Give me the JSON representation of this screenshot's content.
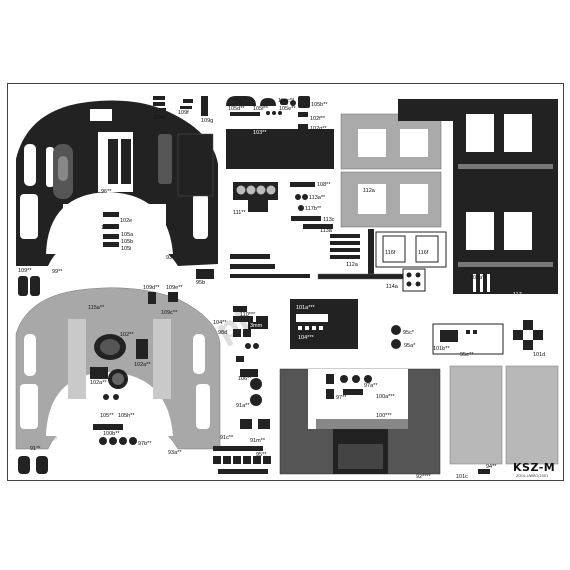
{
  "labels": {
    "l115": "115",
    "l109b": "109b",
    "l109f": "109f",
    "l109g": "109g",
    "l105d": "105d**",
    "l105f": "105f**",
    "l105e": "105e**",
    "l105c": "105c**",
    "l105b": "105b**",
    "l102f": "102f**",
    "l102g": "102g**",
    "l103": "103**",
    "l96": "96**",
    "l102e": "102e",
    "l102d": "102d",
    "l105a": "105a",
    "l105b2": "105b",
    "l105i": "105i",
    "l93": "93",
    "l108": "108**",
    "l113a": "113a**",
    "l117b": "117b**",
    "l111": "111**",
    "l113c": "113c",
    "l113a2": "113a",
    "l112a": "112a",
    "l112a2": "112a",
    "l116f": "116f",
    "l116f2": "116f",
    "l114a": "114a",
    "l117": "117",
    "l103a": "103a**",
    "l109": "109**",
    "l99": "99**",
    "l95b": "95b",
    "l109d": "109d**",
    "l109e": "109e**",
    "l109c": "109c**",
    "l115a": "115a**",
    "l104": "104**",
    "l98d": "98d",
    "l3mm": "3mm",
    "l110": "110***",
    "l101a": "101a***",
    "l104b": "104***",
    "l95c": "95c*",
    "l95a": "95a*",
    "l101b": "101b**",
    "l95e": "95e**",
    "l101d": "101d",
    "l102": "102**",
    "l102a": "102a**",
    "l105": "105**",
    "l105h": "105h**",
    "l106": "106**",
    "l97a": "97a**",
    "l97": "97**",
    "l100a": "100a***",
    "l100": "100***",
    "l91a": "91a**",
    "l100b": "100b**",
    "l97b": "97b**",
    "l91c": "91c**",
    "l91m": "91m**",
    "l91": "91**",
    "l93a": "93a**",
    "l95": "95**",
    "l92": "92****",
    "l94": "94**",
    "l101c": "101c"
  },
  "brand": {
    "name": "KSZ-M",
    "sub": "ZOOL.UWRO/2001"
  },
  "watermark": "www.ksz-m.pl",
  "colors": {
    "dark": "#222222",
    "gray": "#9a9a9a",
    "lightgray": "#c9c9c9",
    "paper": "#ffffff"
  }
}
